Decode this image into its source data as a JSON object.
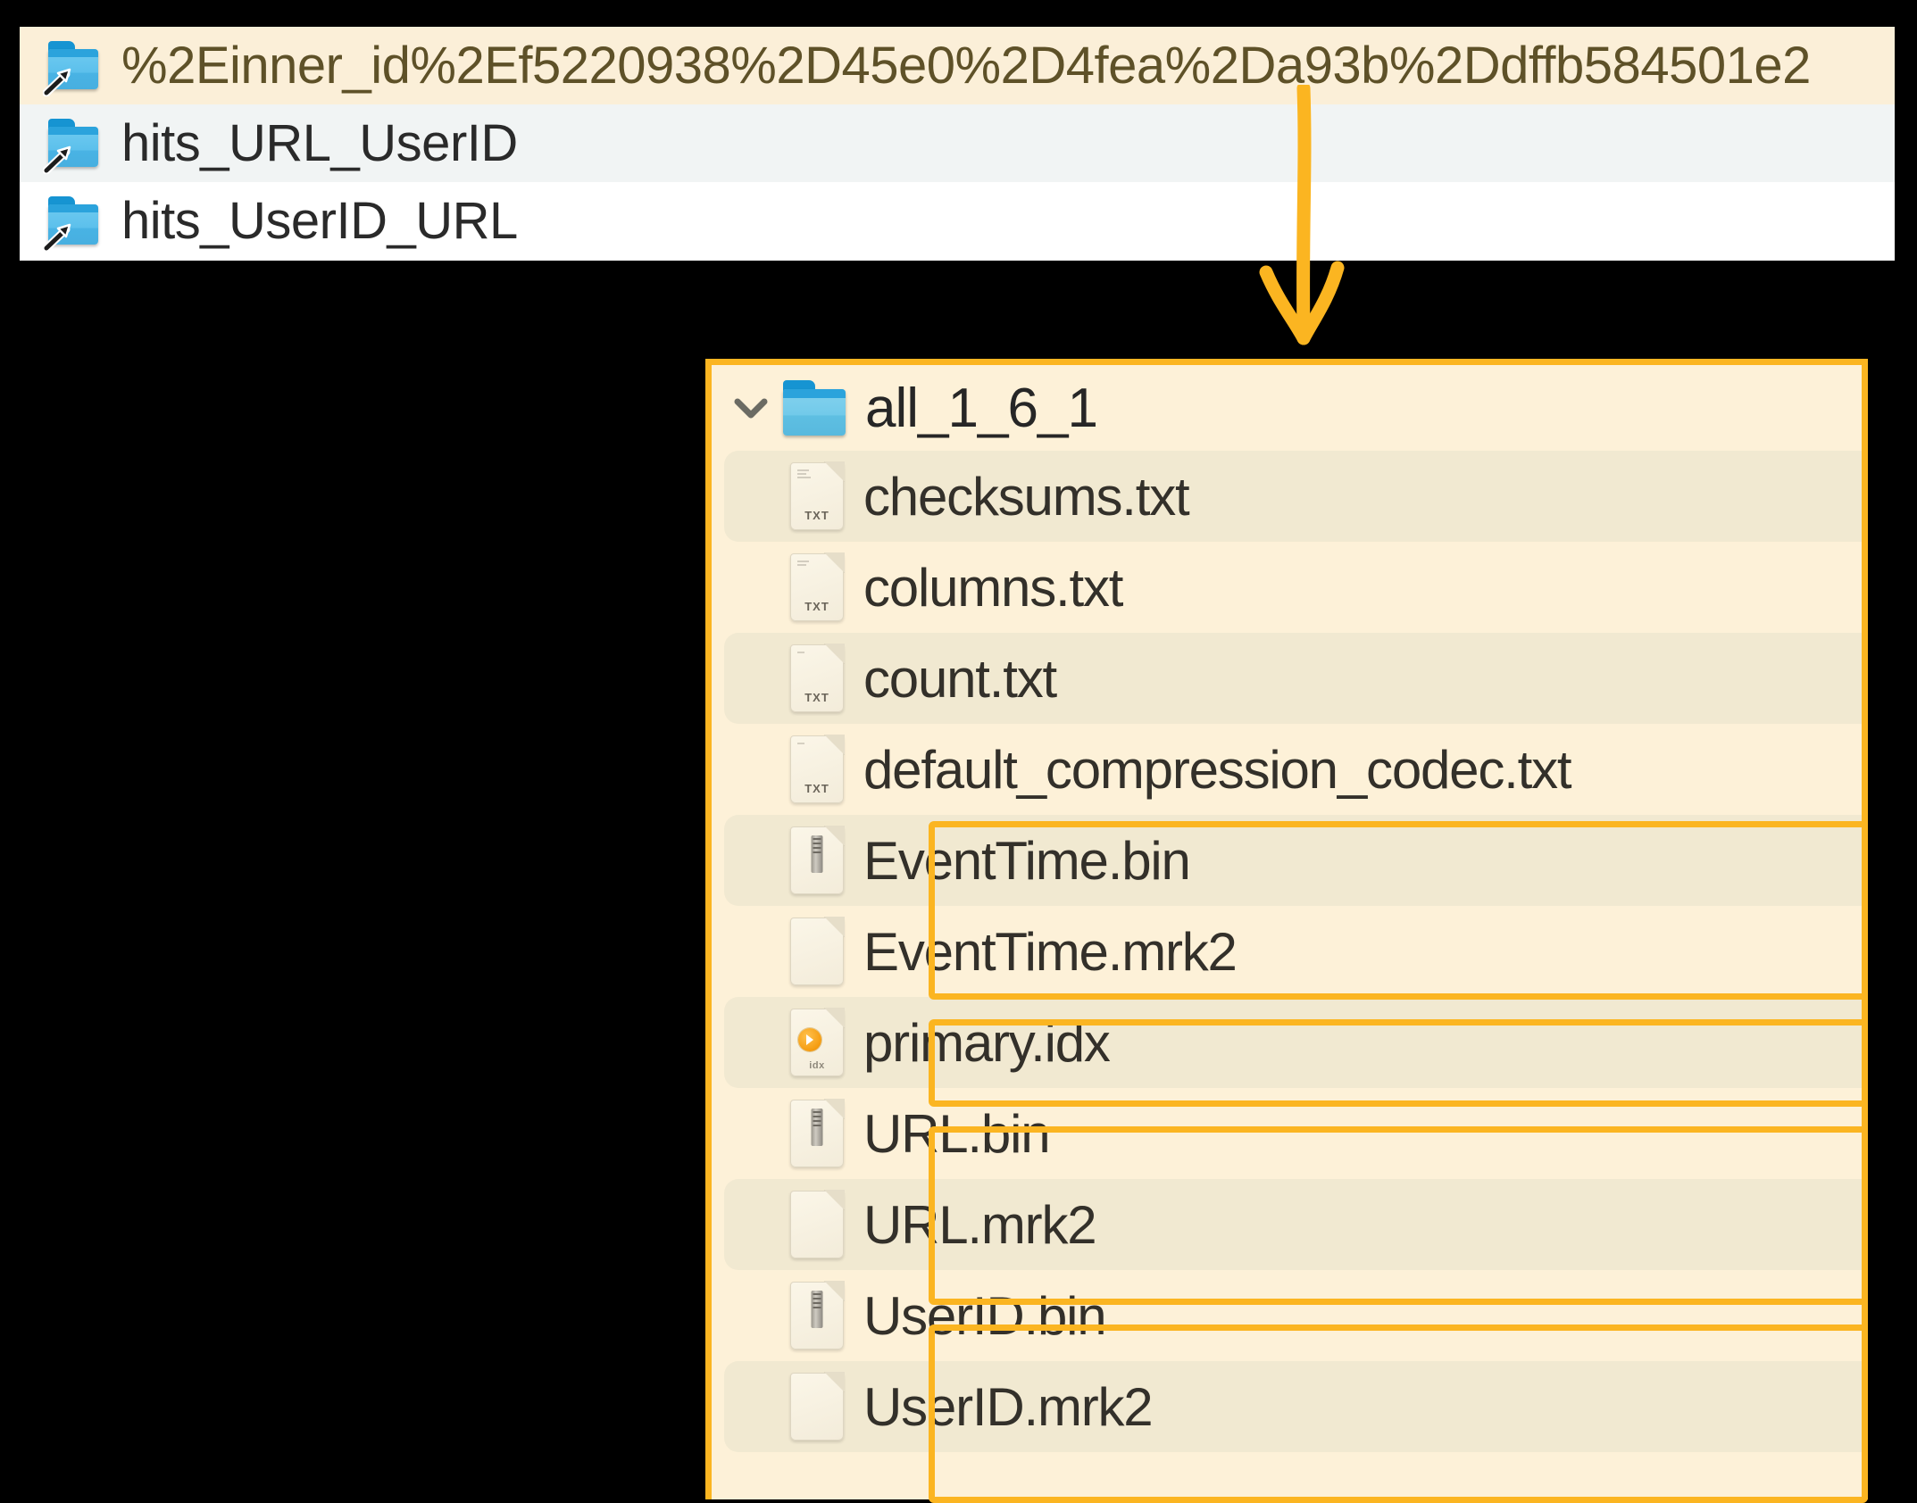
{
  "top_panel": {
    "rows": [
      {
        "icon": "folder-symlink-icon",
        "label": "%2Einner_id%2Ef5220938%2D45e0%2D4fea%2Da93b%2Ddffb584501e2",
        "highlighted": true
      },
      {
        "icon": "folder-symlink-icon",
        "label": "hits_URL_UserID",
        "highlighted": false
      },
      {
        "icon": "folder-symlink-icon",
        "label": "hits_UserID_URL",
        "highlighted": false
      }
    ]
  },
  "annotation": {
    "arrow": "down-arrow",
    "accent_color": "#FBB521"
  },
  "main_panel": {
    "expander_icon": "chevron-down-icon",
    "folder_icon": "folder-icon",
    "title": "all_1_6_1",
    "files": [
      {
        "name": "checksums.txt",
        "icon": "text-file-icon",
        "icon_tag": "TXT"
      },
      {
        "name": "columns.txt",
        "icon": "text-file-icon",
        "icon_tag": "TXT"
      },
      {
        "name": "count.txt",
        "icon": "text-file-icon",
        "icon_tag": "TXT"
      },
      {
        "name": "default_compression_codec.txt",
        "icon": "text-file-icon",
        "icon_tag": "TXT"
      },
      {
        "name": "EventTime.bin",
        "icon": "binary-file-icon",
        "icon_tag": ""
      },
      {
        "name": "EventTime.mrk2",
        "icon": "blank-file-icon",
        "icon_tag": ""
      },
      {
        "name": "primary.idx",
        "icon": "index-file-icon",
        "icon_tag": "idx"
      },
      {
        "name": "URL.bin",
        "icon": "binary-file-icon",
        "icon_tag": ""
      },
      {
        "name": "URL.mrk2",
        "icon": "blank-file-icon",
        "icon_tag": ""
      },
      {
        "name": "UserID.bin",
        "icon": "binary-file-icon",
        "icon_tag": ""
      },
      {
        "name": "UserID.mrk2",
        "icon": "blank-file-icon",
        "icon_tag": ""
      }
    ],
    "highlight_groups": [
      {
        "label": "EventTime",
        "first": 4,
        "last": 5
      },
      {
        "label": "primary",
        "first": 6,
        "last": 6
      },
      {
        "label": "URL",
        "first": 7,
        "last": 8
      },
      {
        "label": "UserID",
        "first": 9,
        "last": 10
      }
    ]
  },
  "colors": {
    "accent": "#FBB521",
    "panel_bg": "#FDF1D8",
    "stripe_bg": "#F1E9D1",
    "highlight_row_bg": "#FBEFD8",
    "alt_row_bg": "#F1F4F4"
  }
}
